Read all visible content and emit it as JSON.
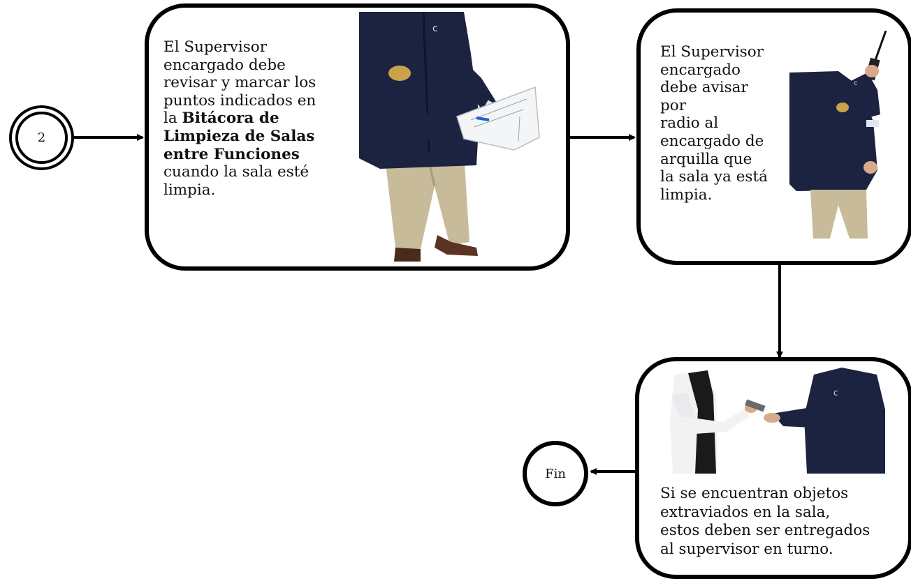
{
  "start_node": {
    "label": "2"
  },
  "end_node": {
    "label": "Fin"
  },
  "step1": {
    "lines": [
      {
        "pre": "El Supervisor",
        "bold": "",
        "post": ""
      },
      {
        "pre": "encargado debe",
        "bold": "",
        "post": ""
      },
      {
        "pre": "revisar y marcar los",
        "bold": "",
        "post": ""
      },
      {
        "pre": "puntos indicados en",
        "bold": "",
        "post": ""
      },
      {
        "pre": "la ",
        "bold": "Bitácora de",
        "post": ""
      },
      {
        "pre": "",
        "bold": "Limpieza de Salas",
        "post": ""
      },
      {
        "pre": "",
        "bold": "entre Funciones",
        "post": ""
      },
      {
        "pre": "cuando la sala esté",
        "bold": "",
        "post": ""
      },
      {
        "pre": "limpia.",
        "bold": "",
        "post": ""
      }
    ]
  },
  "step2": {
    "lines": [
      "El Supervisor",
      "encargado",
      "debe avisar",
      "por",
      "radio al",
      "encargado de",
      "arquilla que",
      "la sala ya está",
      "limpia."
    ]
  },
  "step3": {
    "lines": [
      "Si se encuentran objetos",
      "extraviados en la sala,",
      "estos deben ser entregados",
      "al supervisor en turno."
    ]
  },
  "colors": {
    "jacket": "#1c2340",
    "pants": "#c8bb9a",
    "shirt": "#dfe7f2",
    "skin": "#d9a98c",
    "badge": "#c9a24a"
  }
}
